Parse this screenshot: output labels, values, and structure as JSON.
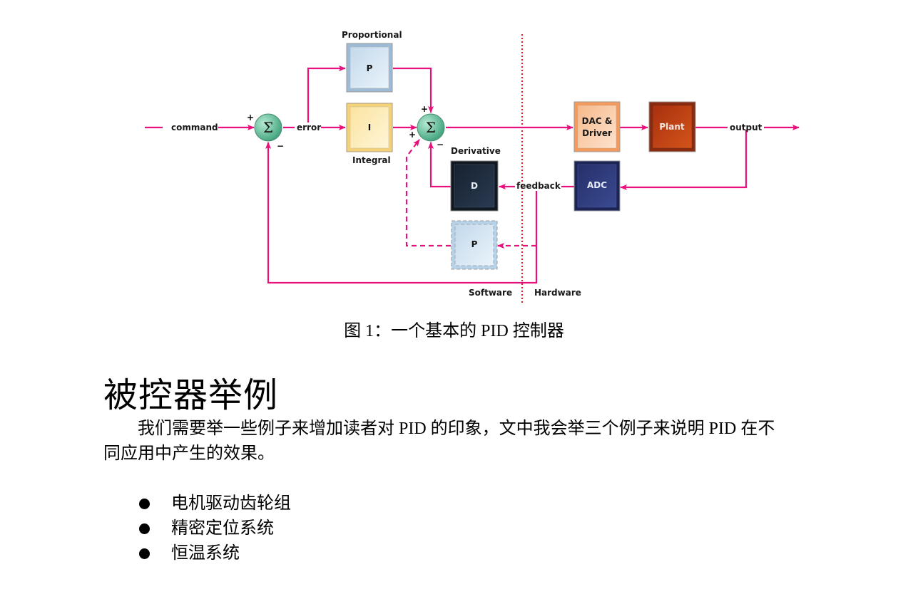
{
  "diagram": {
    "labels": {
      "command": "command",
      "error": "error",
      "proportional": "Proportional",
      "integral": "Integral",
      "derivative": "Derivative",
      "feedback": "feedback",
      "output": "output",
      "software": "Software",
      "hardware": "Hardware",
      "plus": "+",
      "minus": "−",
      "sigma": "Σ"
    },
    "blocks": {
      "p": "P",
      "i": "I",
      "d": "D",
      "dac_line1": "DAC &",
      "dac_line2": "Driver",
      "plant": "Plant",
      "adc": "ADC",
      "p_hw": "P"
    },
    "colors": {
      "wire": "#e8107a",
      "divider": "#e8141e",
      "p_block": "#c8dcee",
      "i_block": "#fbe7a8",
      "d_block": "#1e2a3a",
      "dac_block": "#f8c9a3",
      "plant_block": "#c2410c",
      "adc_block": "#2b3a7a",
      "summer": "#6cc3a0"
    }
  },
  "caption": "图 1：一个基本的 PID 控制器",
  "section": {
    "heading": "被控器举例",
    "paragraph": "我们需要举一些例子来增加读者对 PID 的印象，文中我会举三个例子来说明 PID 在不同应用中产生的效果。",
    "bullets": [
      "电机驱动齿轮组",
      "精密定位系统",
      "恒温系统"
    ]
  }
}
